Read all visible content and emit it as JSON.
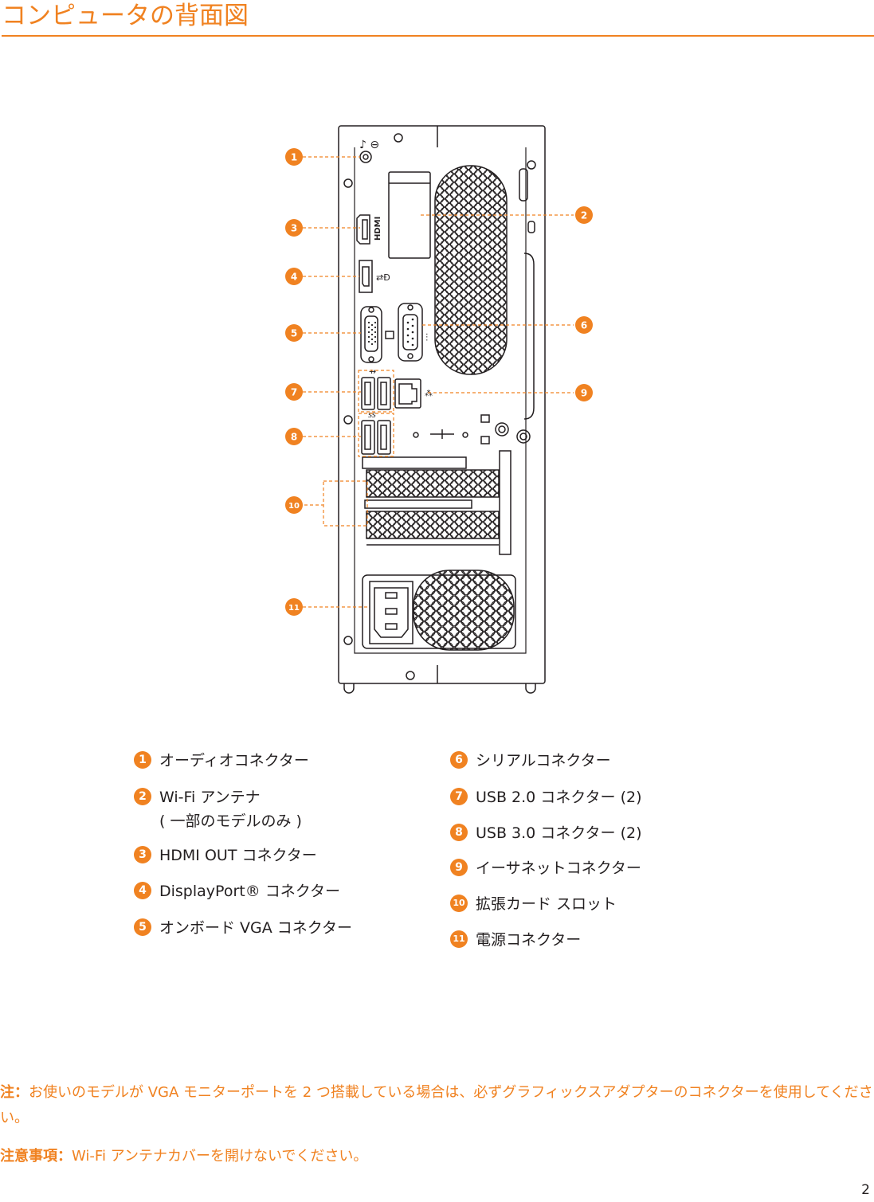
{
  "title": "コンピュータの背面図",
  "accent_color": "#f08221",
  "callout_numbers": [
    "1",
    "2",
    "3",
    "4",
    "5",
    "6",
    "7",
    "8",
    "9",
    "10",
    "11"
  ],
  "port_marks": {
    "hdmi": "HDMI",
    "usb3": "SS"
  },
  "legend_left": [
    {
      "num": "1",
      "label": "オーディオコネクター"
    },
    {
      "num": "2",
      "label": "Wi-Fi アンテナ",
      "sub": "( 一部のモデルのみ )"
    },
    {
      "num": "3",
      "label": "HDMI OUT コネクター"
    },
    {
      "num": "4",
      "label": "DisplayPort® コネクター"
    },
    {
      "num": "5",
      "label": "オンボード VGA コネクター"
    }
  ],
  "legend_right": [
    {
      "num": "6",
      "label": "シリアルコネクター"
    },
    {
      "num": "7",
      "label": "USB 2.0 コネクター (2)"
    },
    {
      "num": "8",
      "label": "USB 3.0 コネクター (2)"
    },
    {
      "num": "9",
      "label": "イーサネットコネクター"
    },
    {
      "num": "10",
      "label": "拡張カード スロット"
    },
    {
      "num": "11",
      "label": "電源コネクター"
    }
  ],
  "note": {
    "label": "注：",
    "text": "お使いのモデルが VGA モニターポートを 2 つ搭載している場合は、必ずグラフィックスアダプターのコネクターを使用してください。"
  },
  "caution": {
    "label": "注意事項：",
    "text": "Wi-Fi アンテナカバーを開けないでください。"
  },
  "page_number": "2"
}
